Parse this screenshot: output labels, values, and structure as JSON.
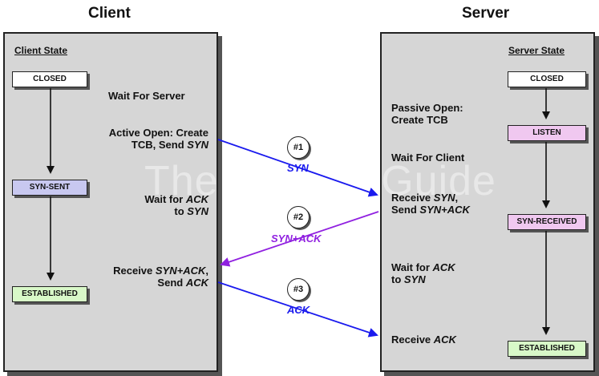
{
  "titles": {
    "client": "Client",
    "server": "Server"
  },
  "client": {
    "heading": "Client State",
    "states": {
      "closed": "CLOSED",
      "syn_sent": "SYN-SENT",
      "established": "ESTABLISHED"
    },
    "steps": {
      "wait_server": "Wait For Server",
      "active_open_1": "Active Open: Create",
      "active_open_2a": "TCB, Send ",
      "active_open_2b": "SYN",
      "wait_ack_1a": "Wait for ",
      "wait_ack_1b": "ACK",
      "wait_ack_2a": "to ",
      "wait_ack_2b": "SYN",
      "receive_1a": "Receive ",
      "receive_1b": "SYN+ACK",
      "receive_1c": ",",
      "receive_2a": "Send ",
      "receive_2b": "ACK"
    }
  },
  "server": {
    "heading": "Server State",
    "states": {
      "closed": "CLOSED",
      "listen": "LISTEN",
      "syn_received": "SYN-RECEIVED",
      "established": "ESTABLISHED"
    },
    "steps": {
      "passive_1": "Passive Open:",
      "passive_2": "Create TCB",
      "wait_client": "Wait For Client",
      "receive_syn_1a": "Receive ",
      "receive_syn_1b": "SYN",
      "receive_syn_1c": ",",
      "receive_syn_2a": "Send ",
      "receive_syn_2b": "SYN+ACK",
      "wait_ack_1a": "Wait for ",
      "wait_ack_1b": "ACK",
      "wait_ack_2a": "to ",
      "wait_ack_2b": "SYN",
      "receive_ack_a": "Receive ",
      "receive_ack_b": "ACK"
    }
  },
  "messages": [
    {
      "badge": "#1",
      "label": "SYN",
      "color": "#1a1aee"
    },
    {
      "badge": "#2",
      "label": "SYN+ACK",
      "color": "#9020e0"
    },
    {
      "badge": "#3",
      "label": "ACK",
      "color": "#1a1aee"
    }
  ],
  "watermark": "The TCP/IP Guide"
}
